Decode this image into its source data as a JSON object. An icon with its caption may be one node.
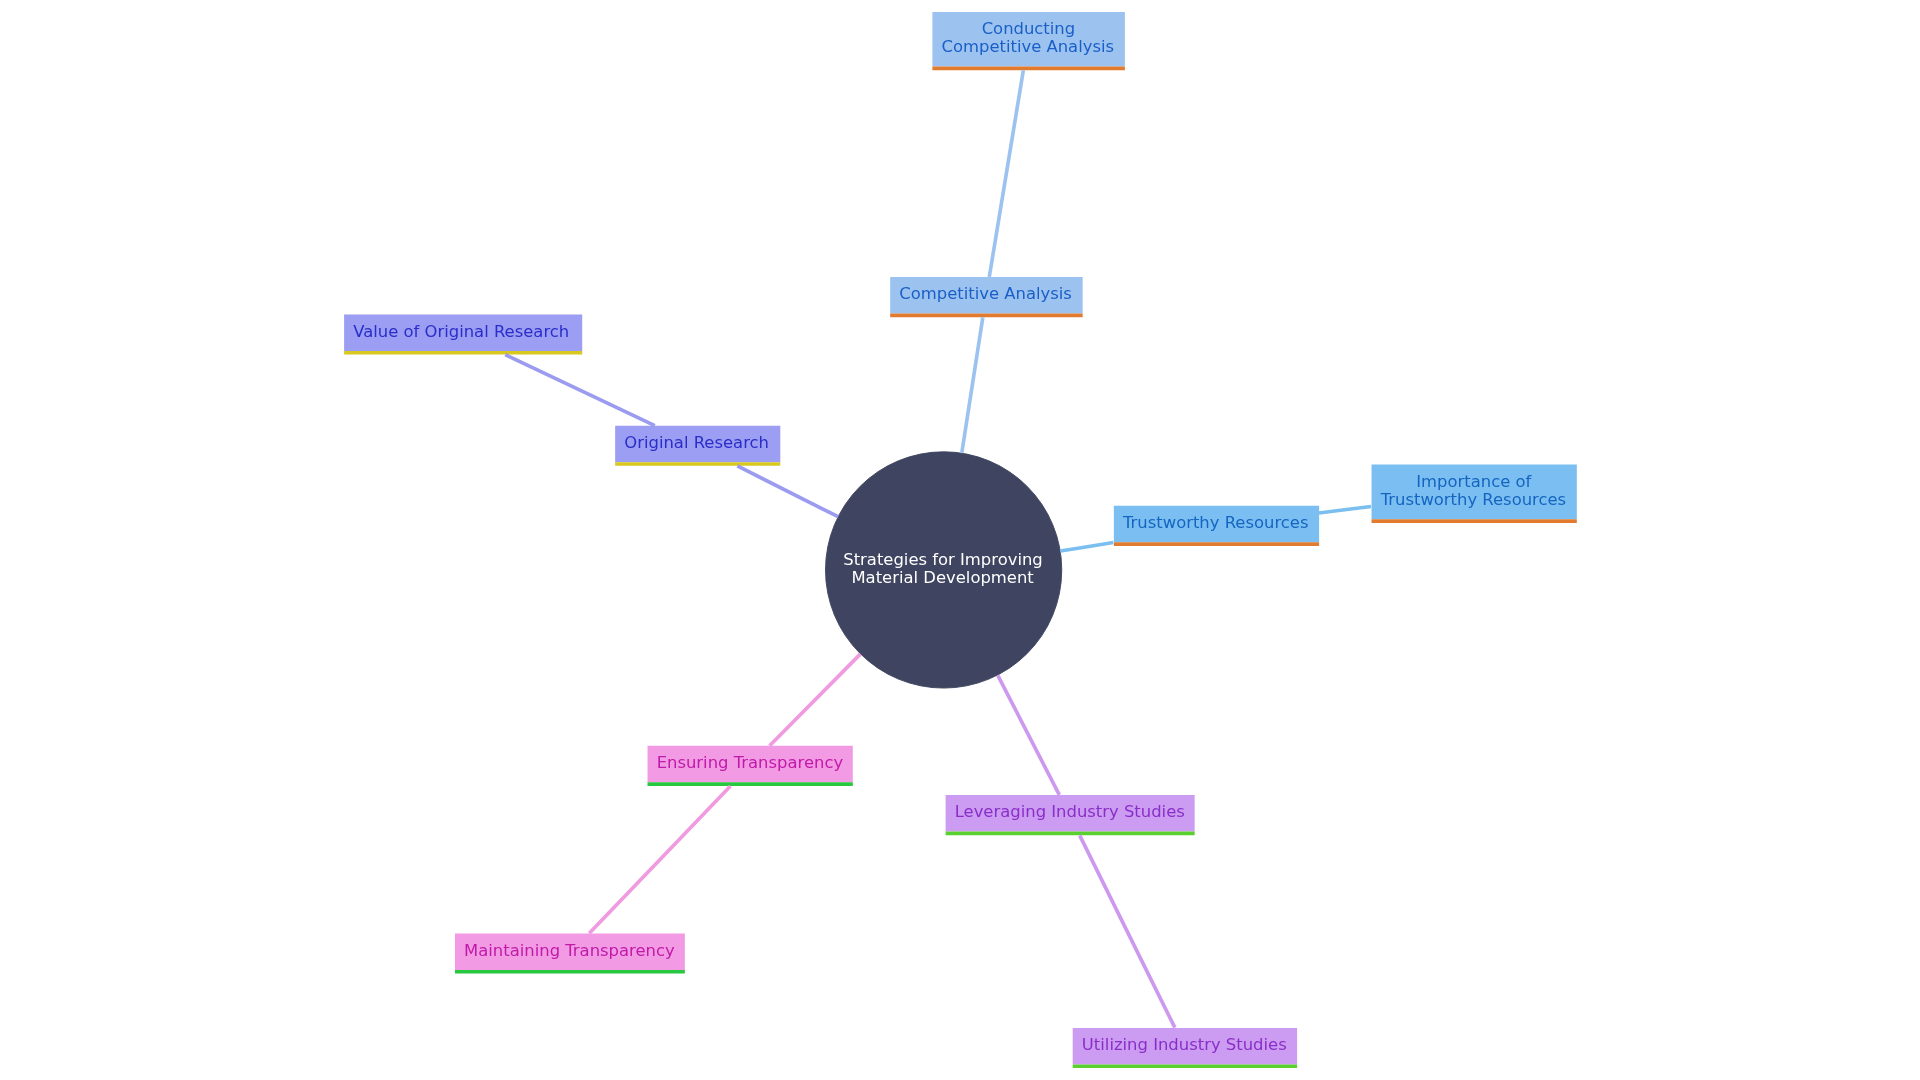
{
  "diagram": {
    "nodes": [
      {
        "text": [
          "Strategies for Improving Material Development"
        ]
      },
      {
        "text": [
          "Trustworthy Resources"
        ]
      },
      {
        "text": [
          "Importance of Trustworthy Resources"
        ]
      },
      {
        "text": [
          "Competitive Analysis"
        ]
      },
      {
        "text": [
          "Conducting Competitive Analysis"
        ]
      },
      {
        "text": [
          "Original Research"
        ]
      },
      {
        "text": [
          "Value of Original Research"
        ]
      },
      {
        "text": [
          "Leveraging Industry Studies"
        ]
      },
      {
        "text": [
          "Utilizing Industry Studies"
        ]
      },
      {
        "text": [
          "Ensuring Transparency"
        ]
      },
      {
        "text": [
          "Maintaining Transparency"
        ]
      }
    ],
    "edges": [
      {
        "from": 0,
        "to": 1,
        "arrow": "none",
        "color": "#7bbff0"
      },
      {
        "from": 1,
        "to": 2,
        "arrow": "none",
        "color": "#7bbff0"
      },
      {
        "from": 0,
        "to": 3,
        "arrow": "none",
        "color": "#9cc3ef"
      },
      {
        "from": 3,
        "to": 4,
        "arrow": "none",
        "color": "#9cc3ef"
      },
      {
        "from": 0,
        "to": 5,
        "arrow": "none",
        "color": "#9b9bef"
      },
      {
        "from": 5,
        "to": 6,
        "arrow": "none",
        "color": "#9b9bef"
      },
      {
        "from": 0,
        "to": 7,
        "arrow": "none",
        "color": "#cc99ee"
      },
      {
        "from": 7,
        "to": 8,
        "arrow": "none",
        "color": "#cc99ee"
      },
      {
        "from": 0,
        "to": 9,
        "arrow": "none",
        "color": "#f09ae0"
      },
      {
        "from": 9,
        "to": 10,
        "arrow": "none",
        "color": "#f09ae0"
      }
    ]
  }
}
